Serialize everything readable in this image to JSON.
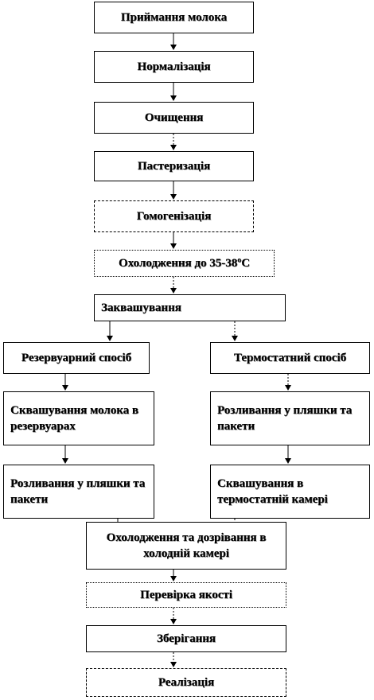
{
  "steps": {
    "receiving": "Приймання молока",
    "normalization": "Нормалізація",
    "cleaning": "Очищення",
    "pasteurization": "Пастеризація",
    "homogenization": "Гомогенізація",
    "cooling": "Охолодження до 35-38ºС",
    "fermentation": "Заквашування",
    "tank_method": "Резервуарний спосіб",
    "thermostat_method": "Термостатний спосіб",
    "souring_in_tanks": "Сквашування молока в резервуарах",
    "bottling_left": "Розливання у пляшки та пакети",
    "bottling_right": "Розливання у пляшки та пакети",
    "souring_in_chamber": "Сквашування в термостатній камері",
    "cooling_ripening": "Охолодження та дозрівання в холодній камері",
    "quality_check": "Перевірка якості",
    "storage": "Зберігання",
    "sale": "Реалізація"
  }
}
